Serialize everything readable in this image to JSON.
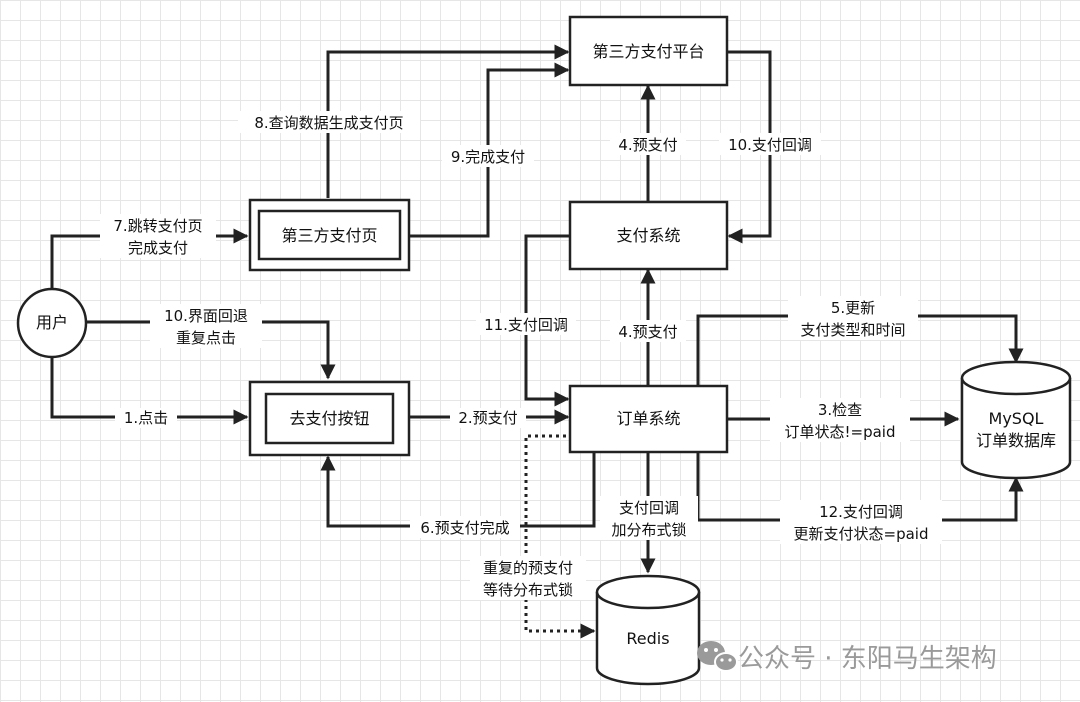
{
  "nodes": {
    "third_platform": "第三方支付平台",
    "pay_system": "支付系统",
    "third_page": "第三方支付页",
    "user": "用户",
    "pay_button": "去支付按钮",
    "order_system": "订单系统",
    "mysql": [
      "MySQL",
      "订单数据库"
    ],
    "redis": "Redis"
  },
  "edges": {
    "e8": "8.查询数据生成支付页",
    "e9": "9.完成支付",
    "e4_top": "4.预支付",
    "e10_top": "10.支付回调",
    "e7": [
      "7.跳转支付页",
      "完成支付"
    ],
    "e10_user": [
      "10.界面回退",
      "重复点击"
    ],
    "e1": "1.点击",
    "e2": "2.预支付",
    "e11": "11.支付回调",
    "e4_mid": "4.预支付",
    "e5": [
      "5.更新",
      "支付类型和时间"
    ],
    "e3": [
      "3.检查",
      "订单状态!=paid"
    ],
    "e6": "6.预支付完成",
    "e_lock": [
      "支付回调",
      "加分布式锁"
    ],
    "e12": [
      "12.支付回调",
      "更新支付状态=paid"
    ],
    "e_wait": [
      "重复的预支付",
      "等待分布式锁"
    ]
  },
  "watermark": "公众号 · 东阳马生架构"
}
